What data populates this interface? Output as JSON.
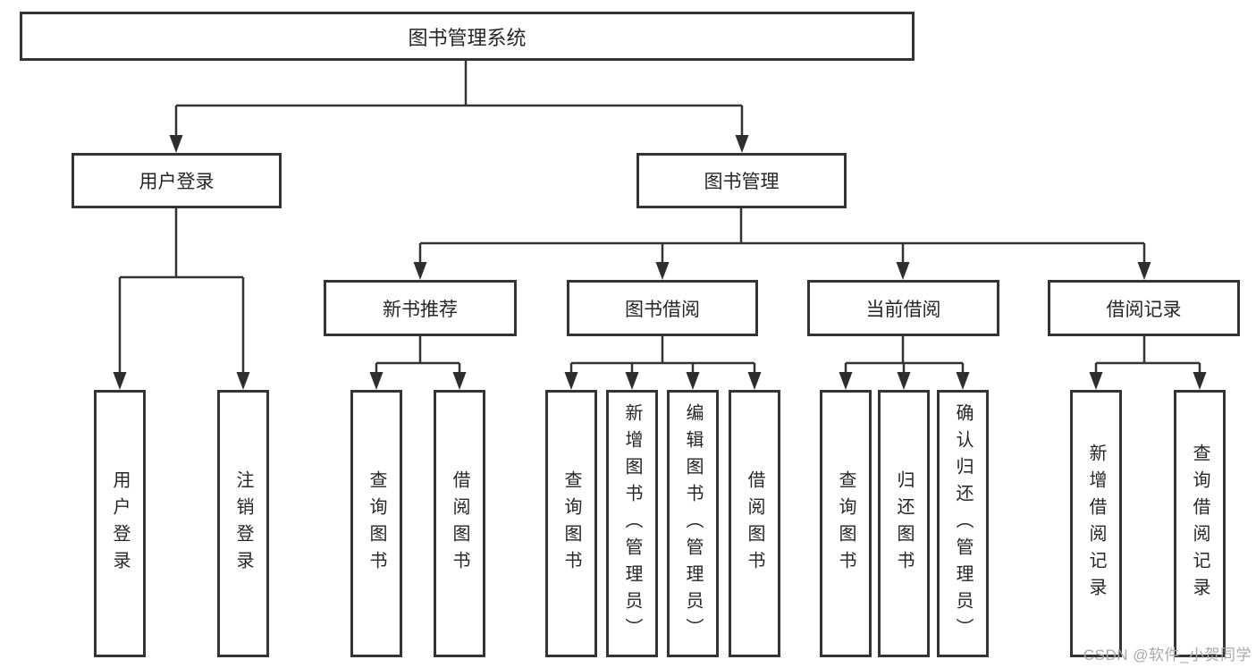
{
  "diagram_title": "图书管理系统",
  "nodes": {
    "root": {
      "label": "图书管理系统"
    },
    "level2": [
      {
        "id": "user-login",
        "label": "用户登录"
      },
      {
        "id": "book-management",
        "label": "图书管理"
      }
    ],
    "level3": [
      {
        "id": "new-book-recommend",
        "label": "新书推荐"
      },
      {
        "id": "book-borrowing",
        "label": "图书借阅"
      },
      {
        "id": "current-borrowing",
        "label": "当前借阅"
      },
      {
        "id": "borrowing-records",
        "label": "借阅记录"
      }
    ],
    "leaves": [
      {
        "id": "user-login",
        "label": "用户登录"
      },
      {
        "id": "logout",
        "label": "注销登录"
      },
      {
        "id": "recommend-query-books",
        "label": "查询图书"
      },
      {
        "id": "recommend-borrow-books",
        "label": "借阅图书"
      },
      {
        "id": "borrowing-query-books",
        "label": "查询图书"
      },
      {
        "id": "add-books-admin",
        "label": "新增图书（管理员）"
      },
      {
        "id": "edit-books-admin",
        "label": "编辑图书（管理员）"
      },
      {
        "id": "borrow-books",
        "label": "借阅图书"
      },
      {
        "id": "current-query-books",
        "label": "查询图书"
      },
      {
        "id": "return-books",
        "label": "归还图书"
      },
      {
        "id": "confirm-return-admin",
        "label": "确认归还（管理员）"
      },
      {
        "id": "add-borrow-record",
        "label": "新增借阅记录"
      },
      {
        "id": "query-borrow-record",
        "label": "查询借阅记录"
      }
    ]
  },
  "watermark": "CSDN @软件_小贺同学",
  "colors": {
    "line": "#333333",
    "box_border": "#343434",
    "text": "#262626",
    "background": "#ffffff",
    "watermark": "#a9a9a9"
  }
}
